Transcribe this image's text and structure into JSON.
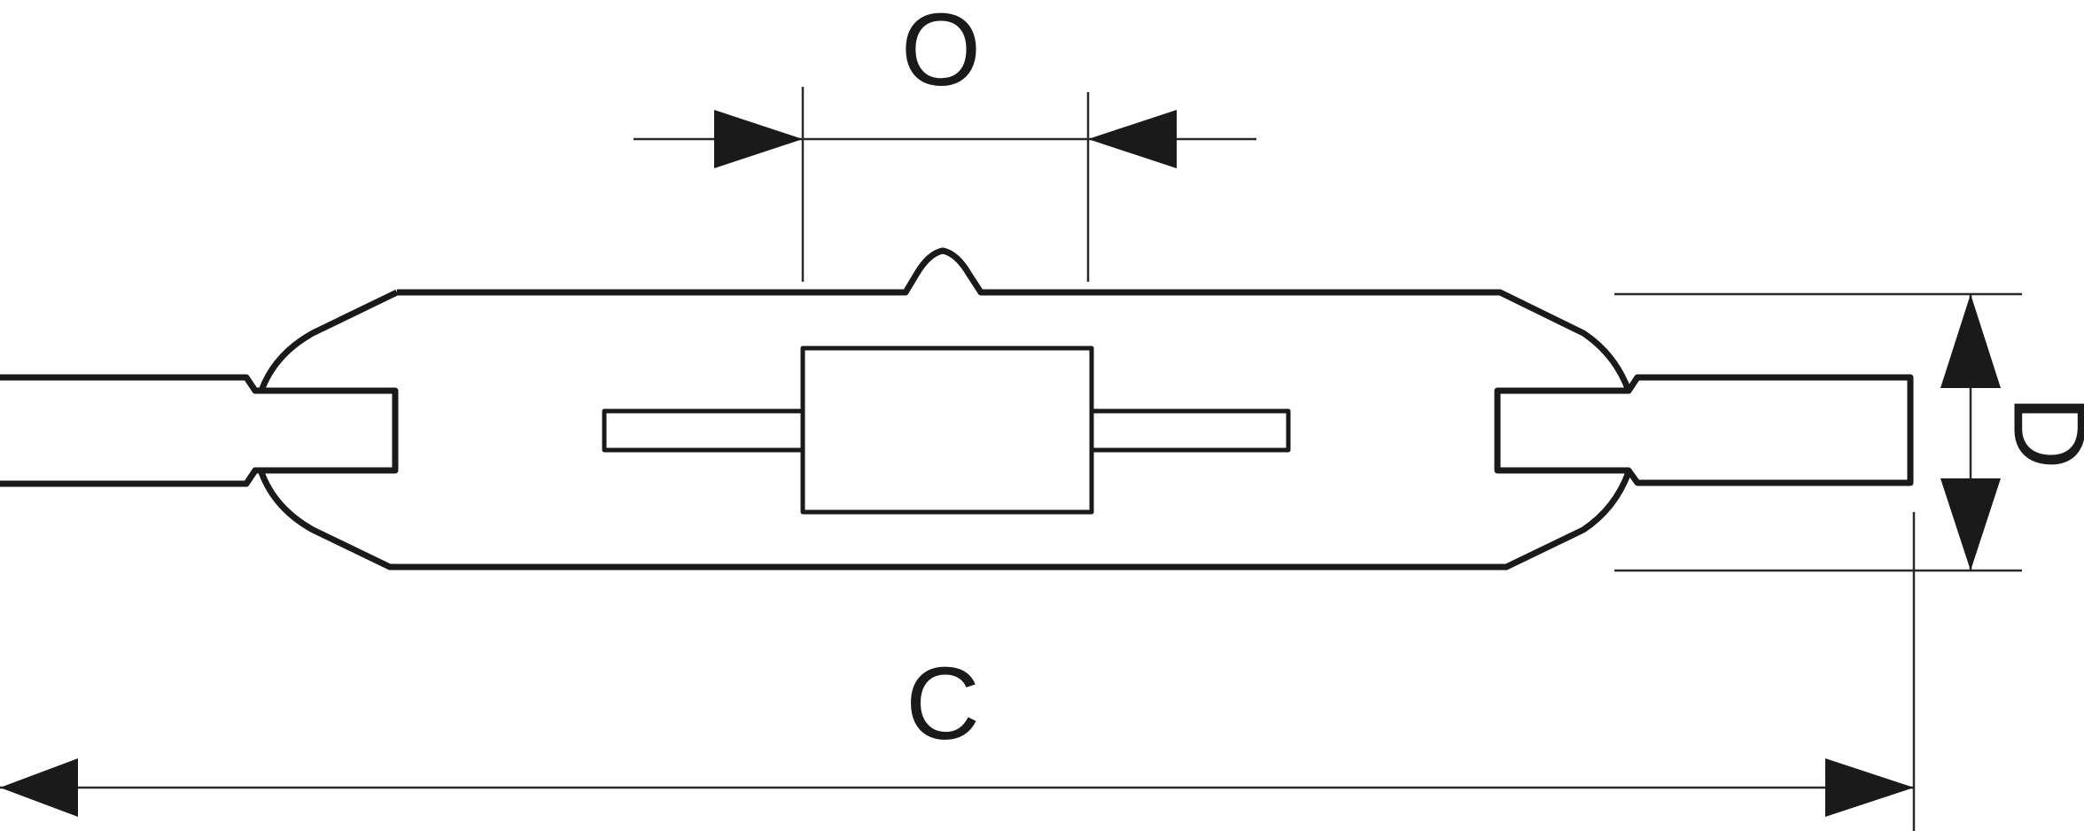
{
  "labels": {
    "arc_gap": "O",
    "overall_length": "C",
    "diameter": "D"
  },
  "colors": {
    "outline": "#1a1a1a",
    "dimension_line": "#2a2a2a",
    "background": "#ffffff"
  }
}
